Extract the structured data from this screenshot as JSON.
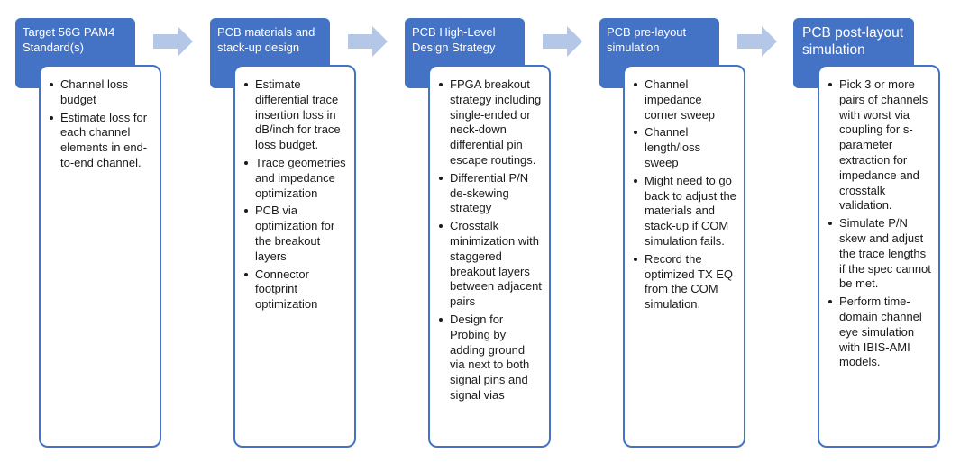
{
  "colors": {
    "header_bg": "#4472C4",
    "arrow": "#B4C7E7",
    "box_border": "#4472C4"
  },
  "steps": [
    {
      "title": "Target 56G PAM4 Standard(s)",
      "bullets": [
        "Channel loss budget",
        "Estimate loss for each channel elements in end-to-end channel."
      ]
    },
    {
      "title": "PCB materials and stack-up design",
      "bullets": [
        "Estimate differential trace insertion loss in dB/inch for trace loss budget.",
        "Trace geometries and impedance optimization",
        "PCB via optimization for the breakout layers",
        "Connector footprint optimization"
      ]
    },
    {
      "title": "PCB High-Level Design Strategy",
      "bullets": [
        "FPGA breakout strategy including single-ended or neck-down differential pin escape routings.",
        "Differential P/N de-skewing strategy",
        "Crosstalk minimization with staggered breakout layers between adjacent pairs",
        "Design for Probing by adding ground via next to both signal pins and signal vias"
      ]
    },
    {
      "title": "PCB pre-layout simulation",
      "bullets": [
        "Channel impedance corner sweep",
        "Channel length/loss sweep",
        "Might need to go back to adjust the materials and stack-up if COM simulation fails.",
        "Record the optimized TX EQ from the COM simulation."
      ]
    },
    {
      "title": "PCB post-layout simulation",
      "bullets": [
        "Pick 3 or more pairs of channels with worst via coupling for s-parameter extraction for impedance and crosstalk validation.",
        "Simulate P/N skew and adjust the trace lengths if the spec cannot be met.",
        "Perform time-domain channel eye simulation with IBIS-AMI models."
      ]
    }
  ]
}
